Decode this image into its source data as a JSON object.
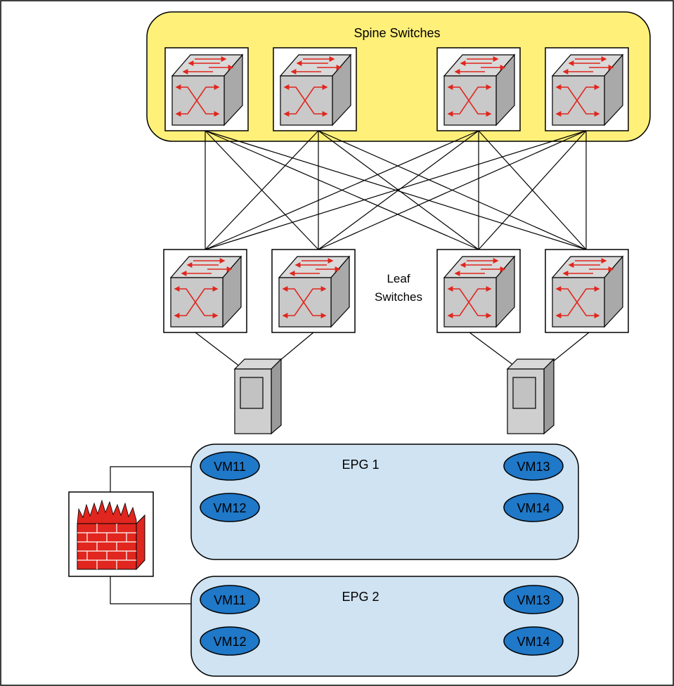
{
  "spine_group": {
    "label": "Spine Switches"
  },
  "leaf_group": {
    "label_line1": "Leaf",
    "label_line2": "Switches"
  },
  "spine_switches": [
    {
      "id": "spine-1"
    },
    {
      "id": "spine-2"
    },
    {
      "id": "spine-3"
    },
    {
      "id": "spine-4"
    }
  ],
  "leaf_switches": [
    {
      "id": "leaf-1"
    },
    {
      "id": "leaf-2"
    },
    {
      "id": "leaf-3"
    },
    {
      "id": "leaf-4"
    }
  ],
  "servers": [
    {
      "id": "server-1"
    },
    {
      "id": "server-2"
    }
  ],
  "epgs": [
    {
      "label": "EPG 1",
      "vms": [
        "VM11",
        "VM12",
        "VM13",
        "VM14"
      ]
    },
    {
      "label": "EPG 2",
      "vms": [
        "VM11",
        "VM12",
        "VM13",
        "VM14"
      ]
    }
  ],
  "colors": {
    "spine_fill": "#fff07a",
    "epg_fill": "#cfe3f2",
    "vm_fill": "#1f78c8",
    "arrow": "#e0261e",
    "switch_face": "#c9c9c9",
    "firewall": "#e0261e"
  }
}
